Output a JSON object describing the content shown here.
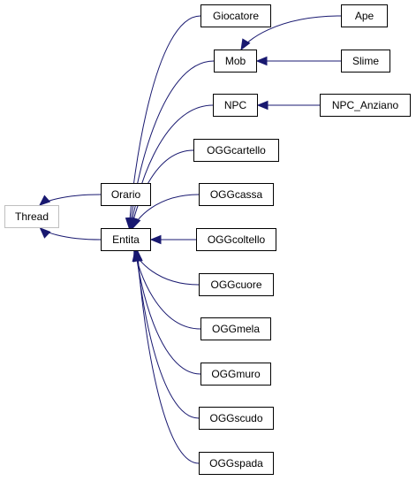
{
  "diagram": {
    "colors": {
      "edge": "#191970",
      "node_border": "#000000",
      "external_border": "#bfbfbf",
      "background": "#ffffff"
    },
    "nodes": {
      "thread": "Thread",
      "orario": "Orario",
      "entita": "Entita",
      "giocatore": "Giocatore",
      "mob": "Mob",
      "ape": "Ape",
      "slime": "Slime",
      "npc": "NPC",
      "npc_anziano": "NPC_Anziano",
      "oggcartello": "OGGcartello",
      "oggcassa": "OGGcassa",
      "oggcoltello": "OGGcoltello",
      "oggcuore": "OGGcuore",
      "oggmela": "OGGmela",
      "oggmuro": "OGGmuro",
      "oggscudo": "OGGscudo",
      "oggspada": "OGGspada"
    },
    "edges": [
      {
        "from": "orario",
        "to": "thread"
      },
      {
        "from": "entita",
        "to": "thread"
      },
      {
        "from": "giocatore",
        "to": "entita"
      },
      {
        "from": "mob",
        "to": "entita"
      },
      {
        "from": "npc",
        "to": "entita"
      },
      {
        "from": "oggcartello",
        "to": "entita"
      },
      {
        "from": "oggcassa",
        "to": "entita"
      },
      {
        "from": "oggcoltello",
        "to": "entita"
      },
      {
        "from": "oggcuore",
        "to": "entita"
      },
      {
        "from": "oggmela",
        "to": "entita"
      },
      {
        "from": "oggmuro",
        "to": "entita"
      },
      {
        "from": "oggscudo",
        "to": "entita"
      },
      {
        "from": "oggspada",
        "to": "entita"
      },
      {
        "from": "ape",
        "to": "mob"
      },
      {
        "from": "slime",
        "to": "mob"
      },
      {
        "from": "npc_anziano",
        "to": "npc"
      }
    ]
  }
}
